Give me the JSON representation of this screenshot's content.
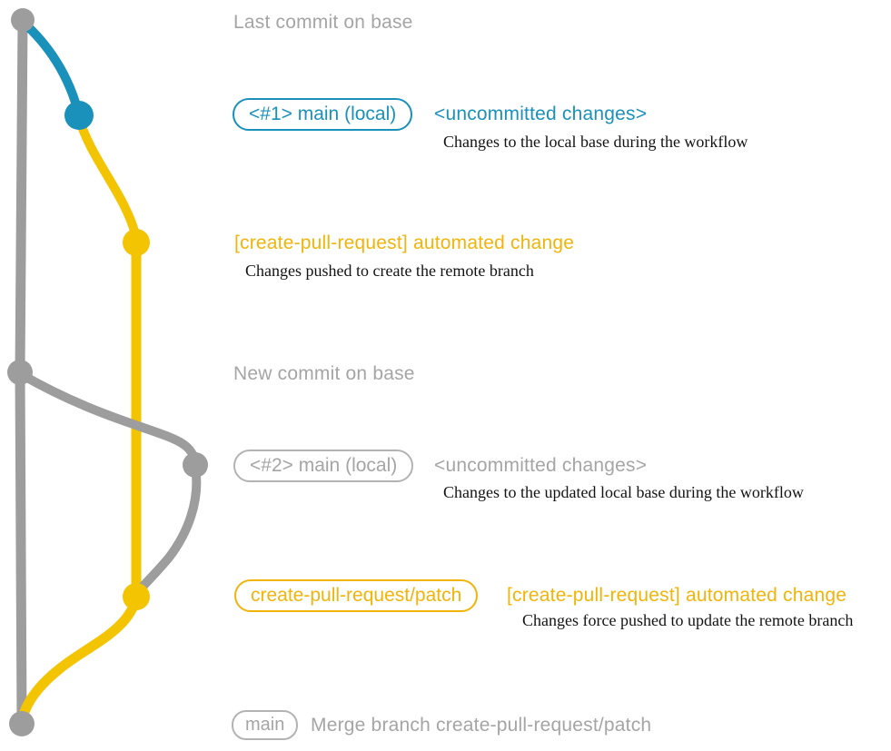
{
  "colors": {
    "teal": "#1a91ba",
    "yellow": "#f2c402",
    "yellowText": "#f0b40a",
    "gray": "#9d9d9d",
    "grayText": "#a5a5a5",
    "grayBorder": "#b3b3b3",
    "ink": "#131313"
  },
  "graph": {
    "description": "Git commit graph: base branch (gray), local uncommitted changes (teal/gray), create-pull-request/patch branch (yellow)",
    "commits": [
      {
        "id": "last-commit-on-base",
        "branch": "base",
        "color": "gray"
      },
      {
        "id": "uncommitted-changes-1",
        "branch": "main-local",
        "color": "teal"
      },
      {
        "id": "automated-change-1",
        "branch": "create-pull-request/patch",
        "color": "yellow"
      },
      {
        "id": "new-commit-on-base",
        "branch": "base",
        "color": "gray"
      },
      {
        "id": "uncommitted-changes-2",
        "branch": "main-local",
        "color": "gray"
      },
      {
        "id": "automated-change-2",
        "branch": "create-pull-request/patch",
        "color": "yellow"
      },
      {
        "id": "merge-commit",
        "branch": "base",
        "color": "gray"
      }
    ]
  },
  "annotations": {
    "last_commit": "Last commit on base",
    "row1": {
      "branch_label": "<#1> main (local)",
      "status": "<uncommitted changes>",
      "note": "Changes to the local base during the workflow"
    },
    "row2": {
      "commit_label": "[create-pull-request] automated change",
      "note": "Changes pushed to create the remote branch"
    },
    "new_commit": "New commit on base",
    "row3": {
      "branch_label": "<#2> main (local)",
      "status": "<uncommitted changes>",
      "note": "Changes to the updated local base during the workflow"
    },
    "row4": {
      "branch_label": "create-pull-request/patch",
      "commit_label": "[create-pull-request] automated change",
      "note": "Changes force pushed to update the remote branch"
    },
    "row5": {
      "branch_label": "main",
      "commit_message": "Merge branch create-pull-request/patch"
    }
  }
}
